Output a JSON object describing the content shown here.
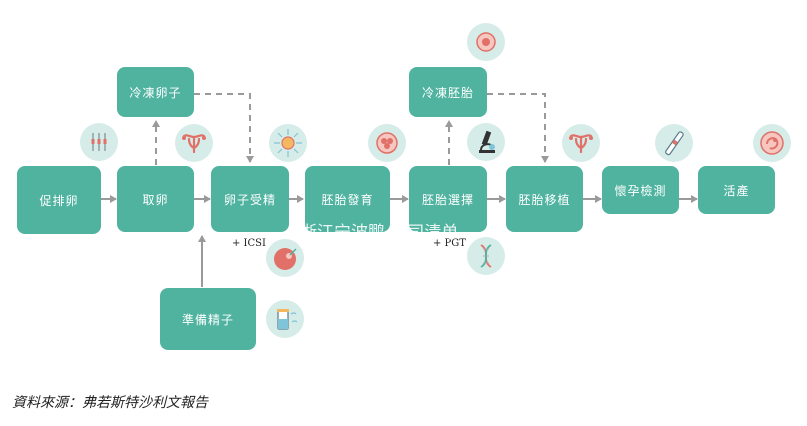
{
  "nodes": {
    "ovarian_stimulation": "促排卵",
    "egg_retrieval": "取卵",
    "egg_freezing": "冷凍卵子",
    "fertilization": "卵子受精",
    "embryo_development": "胚胎發育",
    "embryo_selection": "胚胎選擇",
    "embryo_freezing": "冷凍胚胎",
    "embryo_transfer": "胚胎移植",
    "pregnancy_test": "懷孕檢測",
    "live_birth": "活產",
    "sperm_preparation": "準備精子"
  },
  "notes": {
    "icsi": "+ ICSI",
    "pgt": "+ PGT"
  },
  "watermark": "浙江宁波鹏 公司清单",
  "source": "資料來源：弗若斯特沙利文報告",
  "colors": {
    "box": "#4fb3a0",
    "arrow": "#9a9a9a",
    "icon_bg": "#d6ece8",
    "icon_accent": "#e07068"
  },
  "icons": [
    "syringes-icon",
    "uterus-icon",
    "sperm-egg-icon",
    "embryo-cell-icon",
    "frozen-embryo-icon",
    "microscope-icon",
    "dna-icon",
    "uterus-icon-2",
    "pregnancy-test-icon",
    "fetus-icon",
    "embryo-icsi-icon",
    "sperm-tube-icon"
  ]
}
